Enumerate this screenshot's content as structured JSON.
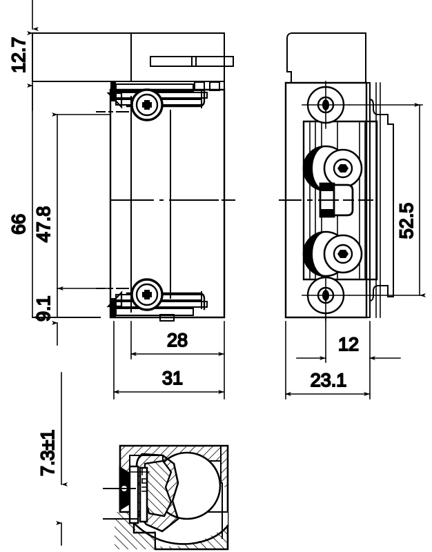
{
  "drawing": {
    "title": "Electric door strike technical drawing",
    "units": "mm",
    "line_color": "#000000",
    "background": "#ffffff",
    "views": [
      {
        "name": "front-view",
        "label": ""
      },
      {
        "name": "side-view",
        "label": ""
      },
      {
        "name": "section-detail-view",
        "label": ""
      }
    ]
  },
  "dimensions": {
    "front_view": {
      "top_height": "12.7",
      "overall_height": "66",
      "inner_height": "47.8",
      "bottom_offset": "9.1",
      "inner_width": "28",
      "overall_width": "31"
    },
    "side_view": {
      "mounting_height": "52.5",
      "inner_depth": "12",
      "overall_depth": "23.1"
    },
    "section_view": {
      "latch_travel": "7.3±1"
    }
  },
  "labels": [
    {
      "id": "dim-12-7",
      "text": "12.7",
      "orientation": "vertical"
    },
    {
      "id": "dim-66",
      "text": "66",
      "orientation": "vertical"
    },
    {
      "id": "dim-47-8",
      "text": "47.8",
      "orientation": "vertical"
    },
    {
      "id": "dim-9-1",
      "text": "9.1",
      "orientation": "vertical"
    },
    {
      "id": "dim-28",
      "text": "28",
      "orientation": "horizontal"
    },
    {
      "id": "dim-31",
      "text": "31",
      "orientation": "horizontal"
    },
    {
      "id": "dim-52-5",
      "text": "52.5",
      "orientation": "vertical"
    },
    {
      "id": "dim-12",
      "text": "12",
      "orientation": "horizontal"
    },
    {
      "id": "dim-23-1",
      "text": "23.1",
      "orientation": "horizontal"
    },
    {
      "id": "dim-7-3",
      "text": "7.3±1",
      "orientation": "vertical"
    }
  ]
}
